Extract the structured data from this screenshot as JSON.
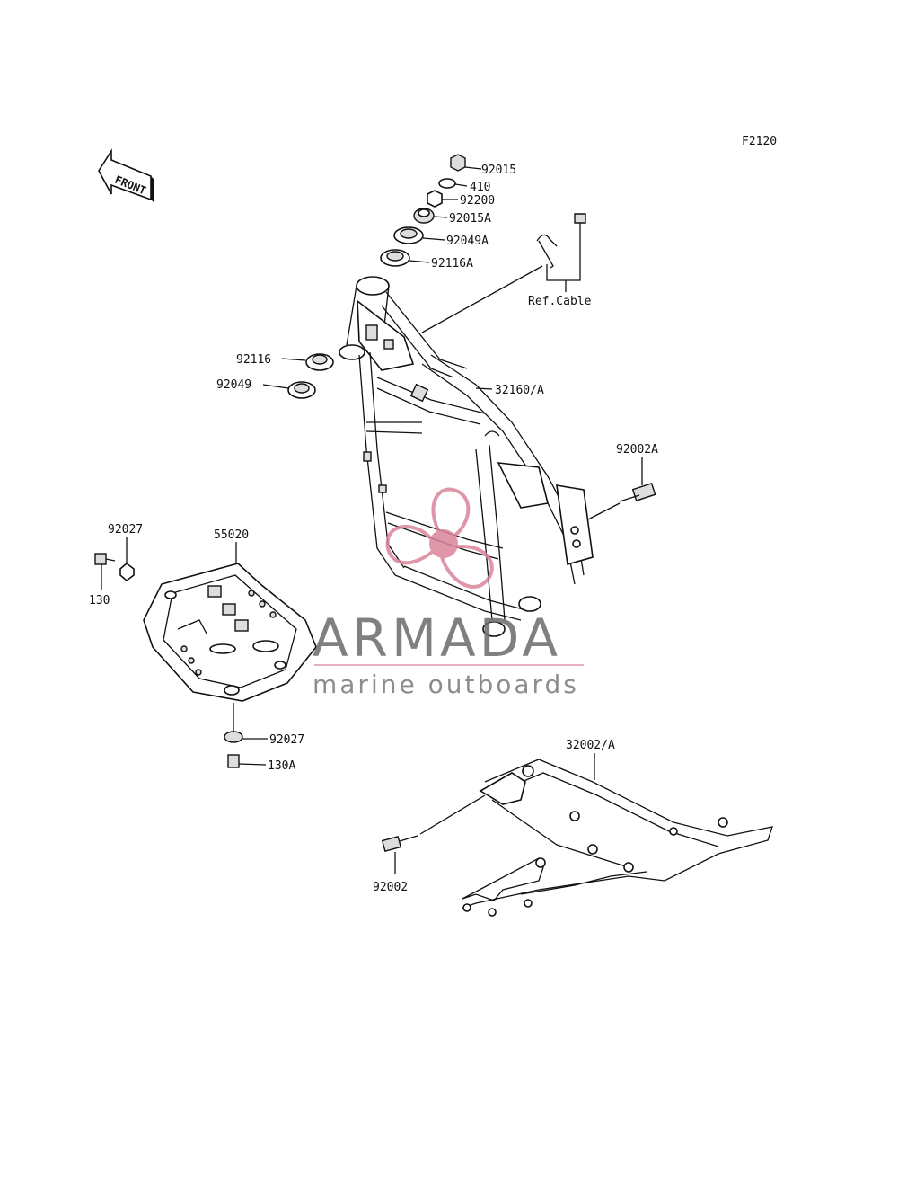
{
  "figure_code": "F2120",
  "front_label": "FRONT",
  "watermark": {
    "brand": "ARMADA",
    "tagline": "marine outboards",
    "accent_color": "#d9849a",
    "text_color": "#6b6b6b"
  },
  "callouts": [
    {
      "id": "92015",
      "label": "92015"
    },
    {
      "id": "410",
      "label": "410"
    },
    {
      "id": "92200",
      "label": "92200"
    },
    {
      "id": "92015A",
      "label": "92015A"
    },
    {
      "id": "92049A",
      "label": "92049A"
    },
    {
      "id": "92116A",
      "label": "92116A"
    },
    {
      "id": "refcable",
      "label": "Ref.Cable"
    },
    {
      "id": "92116",
      "label": "92116"
    },
    {
      "id": "92049",
      "label": "92049"
    },
    {
      "id": "32160A",
      "label": "32160/A"
    },
    {
      "id": "92002A",
      "label": "92002A"
    },
    {
      "id": "92027a",
      "label": "92027"
    },
    {
      "id": "55020",
      "label": "55020"
    },
    {
      "id": "130",
      "label": "130"
    },
    {
      "id": "92027b",
      "label": "92027"
    },
    {
      "id": "130A",
      "label": "130A"
    },
    {
      "id": "32002A",
      "label": "32002/A"
    },
    {
      "id": "92002",
      "label": "92002"
    }
  ]
}
